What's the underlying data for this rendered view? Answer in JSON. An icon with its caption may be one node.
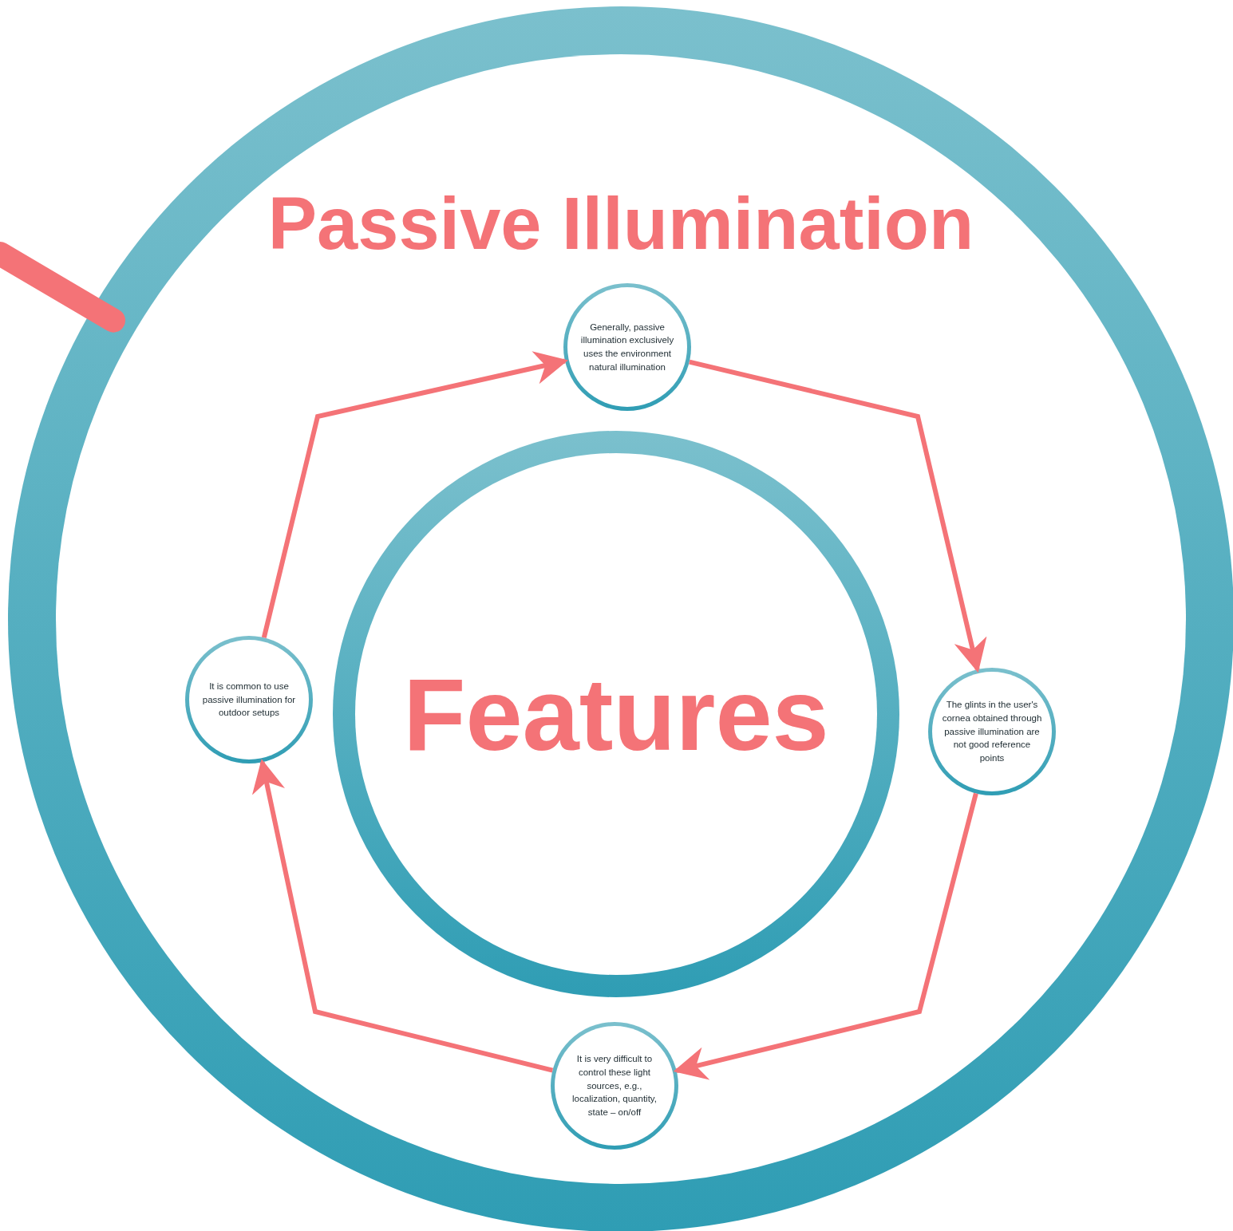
{
  "diagram": {
    "nodes": [
      {
        "text": [
          "Passive Illumination"
        ]
      },
      {
        "text": [
          "Features"
        ],
        "in": 0
      },
      {
        "text": [
          "Generally, passive illumination exclusively uses the environment natural illumination"
        ],
        "in": 0
      },
      {
        "text": [
          "The glints in the user's cornea obtained through passive illumination are not good reference points"
        ],
        "in": 0
      },
      {
        "text": [
          "It is very difficult to control these light sources, e.g., localization, quantity, state – on/off"
        ],
        "in": 0
      },
      {
        "text": [
          "It is common to use passive illumination for outdoor setups"
        ],
        "in": 0
      }
    ],
    "edges": [
      {
        "from": 2,
        "to": 3,
        "arrow": "to"
      },
      {
        "from": 3,
        "to": 4,
        "arrow": "to"
      },
      {
        "from": 4,
        "to": 5,
        "arrow": "to"
      },
      {
        "from": 5,
        "to": 2,
        "arrow": "to"
      },
      {
        "from": 0,
        "to": null,
        "arrow": "none",
        "style": "thick"
      }
    ]
  }
}
